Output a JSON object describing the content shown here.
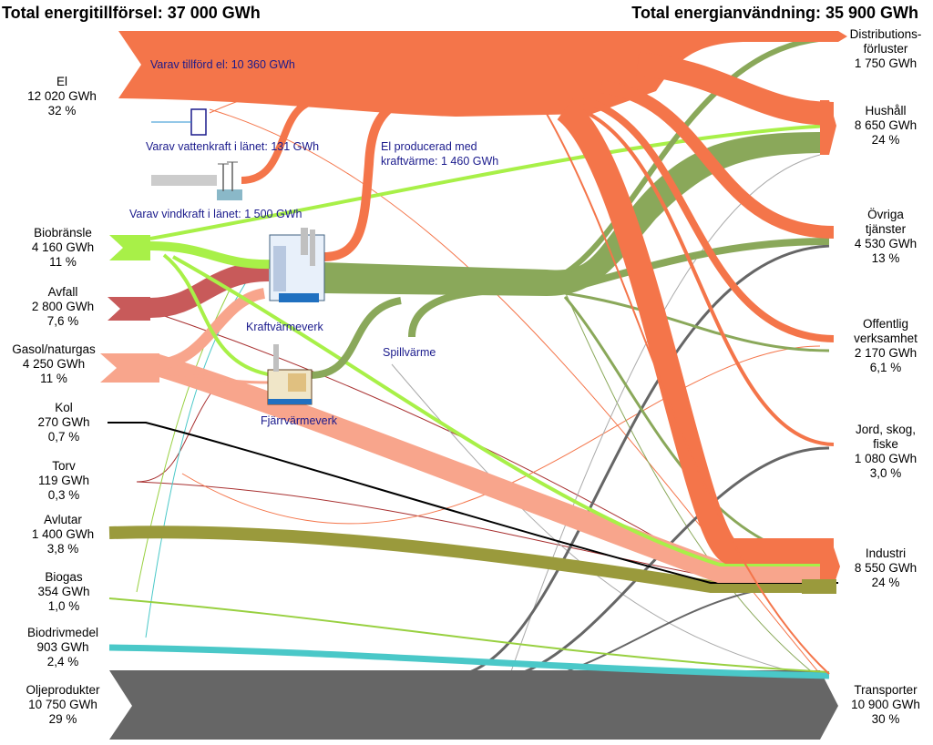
{
  "title_left": "Total energitillförsel: 37 000 GWh",
  "title_right": "Total energianvändning: 35 900 GWh",
  "colors": {
    "el": "#f4754a",
    "biobransle": "#a8f048",
    "avfall": "#c85a5a",
    "gas": "#f8a58c",
    "kol": "#000000",
    "torv": "#a83030",
    "avlutar": "#9a9a3c",
    "biogas": "#98d040",
    "biodrivmedel": "#4ac8c8",
    "olja": "#666666",
    "fjarrvarme": "#8aa85a",
    "spillvarme": "#8aa85a",
    "annotation": "#1a1a8c"
  },
  "sources": [
    {
      "key": "el",
      "name": "El",
      "value": "12 020 GWh",
      "share": "32 %"
    },
    {
      "key": "biobransle",
      "name": "Biobränsle",
      "value": "4 160 GWh",
      "share": "11 %"
    },
    {
      "key": "avfall",
      "name": "Avfall",
      "value": "2 800 GWh",
      "share": "7,6 %"
    },
    {
      "key": "gas",
      "name": "Gasol/naturgas",
      "value": "4 250 GWh",
      "share": "11 %"
    },
    {
      "key": "kol",
      "name": "Kol",
      "value": "270 GWh",
      "share": "0,7 %"
    },
    {
      "key": "torv",
      "name": "Torv",
      "value": "119 GWh",
      "share": "0,3 %"
    },
    {
      "key": "avlutar",
      "name": "Avlutar",
      "value": "1 400 GWh",
      "share": "3,8 %"
    },
    {
      "key": "biogas",
      "name": "Biogas",
      "value": "354 GWh",
      "share": "1,0 %"
    },
    {
      "key": "biodrivmedel",
      "name": "Biodrivmedel",
      "value": "903 GWh",
      "share": "2,4 %"
    },
    {
      "key": "olja",
      "name": "Oljeprodukter",
      "value": "10 750 GWh",
      "share": "29 %"
    }
  ],
  "uses": [
    {
      "name": "Distributions-",
      "name2": "förluster",
      "value": "1 750 GWh",
      "share": ""
    },
    {
      "name": "Hushåll",
      "name2": "",
      "value": "8 650 GWh",
      "share": "24 %"
    },
    {
      "name": "Övriga",
      "name2": "tjänster",
      "value": "4 530 GWh",
      "share": "13 %"
    },
    {
      "name": "Offentlig",
      "name2": "verksamhet",
      "value": "2 170 GWh",
      "share": "6,1 %"
    },
    {
      "name": "Jord, skog,",
      "name2": "fiske",
      "value": "1 080 GWh",
      "share": "3,0 %"
    },
    {
      "name": "Industri",
      "name2": "",
      "value": "8 550 GWh",
      "share": "24 %"
    },
    {
      "name": "Transporter",
      "name2": "",
      "value": "10 900 GWh",
      "share": "30 %"
    }
  ],
  "annotations": {
    "el_supplied": "Varav tillförd el: 10 360 GWh",
    "hydro": "Varav vattenkraft i länet: 131 GWh",
    "wind": "Varav vindkraft i länet: 1 500 GWh",
    "chp_el_1": "El producerad med",
    "chp_el_2": "kraftvärme: 1 460 GWh",
    "chp_plant": "Kraftvärmeverk",
    "dh_plant": "Fjärrvärmeverk",
    "waste_heat": "Spillvärme"
  }
}
